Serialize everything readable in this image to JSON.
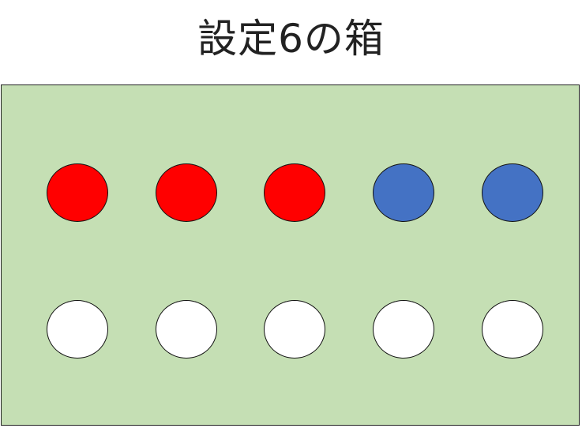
{
  "title": "設定6の箱",
  "colors": {
    "red": "#ff0000",
    "blue": "#4472c4",
    "white": "#ffffff",
    "box": "#c5dfb4"
  },
  "balls": [
    {
      "color": "red"
    },
    {
      "color": "red"
    },
    {
      "color": "red"
    },
    {
      "color": "blue"
    },
    {
      "color": "blue"
    },
    {
      "color": "white"
    },
    {
      "color": "white"
    },
    {
      "color": "white"
    },
    {
      "color": "white"
    },
    {
      "color": "white"
    }
  ]
}
